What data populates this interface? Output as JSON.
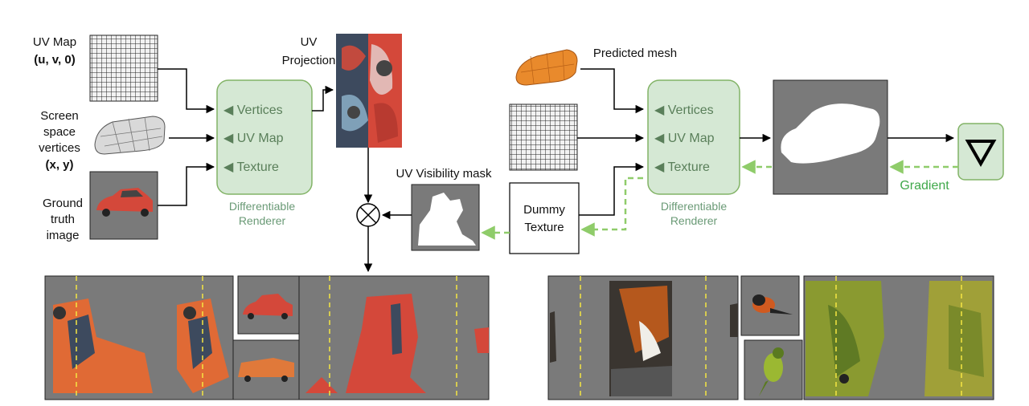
{
  "left_inputs": {
    "uv_map_title": "UV Map",
    "uv_map_coords": "(u, v, 0)",
    "screen_space_line1": "Screen",
    "screen_space_line2": "space",
    "screen_space_line3": "vertices",
    "screen_space_coords": "(x, y)",
    "ground_truth_line1": "Ground",
    "ground_truth_line2": "truth",
    "ground_truth_line3": "image"
  },
  "renderer_left": {
    "ports": [
      "Vertices",
      "UV Map",
      "Texture"
    ],
    "caption_line1": "Differentiable",
    "caption_line2": "Renderer"
  },
  "uv_projection": {
    "line1": "UV",
    "line2": "Projection"
  },
  "visibility_mask": {
    "label": "UV Visibility mask"
  },
  "multiply_symbol": "⊗",
  "dummy_texture": {
    "line1": "Dummy",
    "line2": "Texture"
  },
  "predicted_mesh": {
    "label": "Predicted mesh"
  },
  "renderer_right": {
    "ports": [
      "Vertices",
      "UV Map",
      "Texture"
    ],
    "caption_line1": "Differentiable",
    "caption_line2": "Renderer"
  },
  "loss_symbol": "∇",
  "gradient_label": "Gradient",
  "colors": {
    "renderer_fill": "#d5e8d4",
    "renderer_stroke": "#82b366",
    "gradient_arrow": "#8fcc6a",
    "panel_gray": "#7a7a7a",
    "car_red": "#d4483a",
    "dashed_guide": "#f5e642"
  },
  "icons": [
    "uv-grid-icon",
    "wireframe-car-icon",
    "car-photo-icon",
    "mesh-orange-car-icon",
    "silhouette-icon",
    "bird-photo-icon"
  ]
}
